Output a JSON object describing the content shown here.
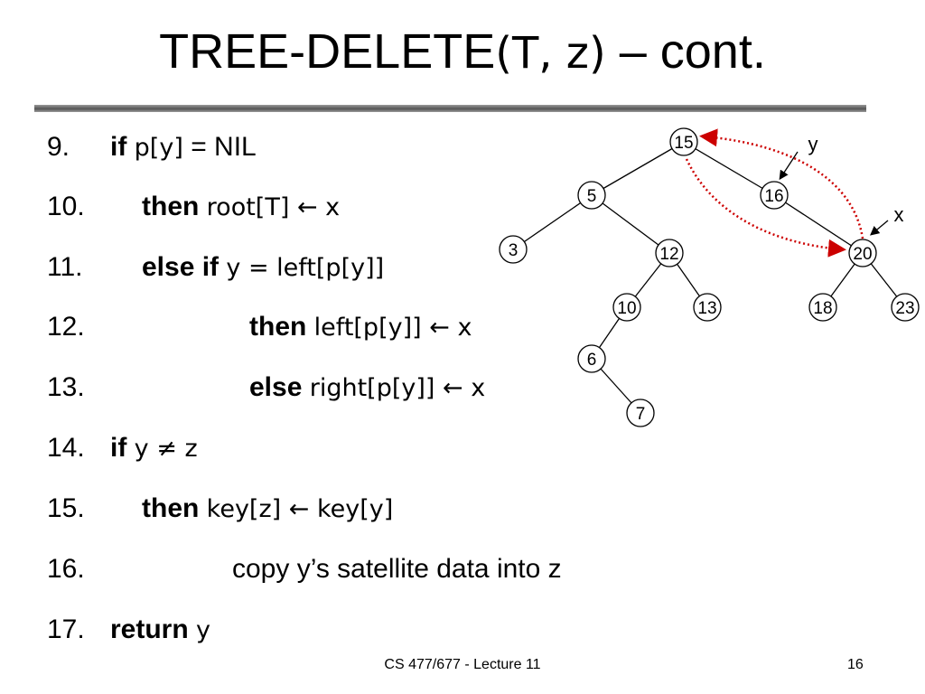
{
  "title": {
    "main": "TREE-DELETE",
    "args": "(T, z)",
    "suffix": " – cont."
  },
  "lines": [
    {
      "num": "9.",
      "kw": "if",
      "kw2": "",
      "code": "p[y]",
      "rest": " = NIL"
    },
    {
      "num": "10.",
      "kw": "then",
      "kw2": "",
      "code": "root[T] ← x",
      "rest": ""
    },
    {
      "num": "11.",
      "kw": "else if",
      "kw2": "",
      "code": "y = left[p[y]]",
      "rest": ""
    },
    {
      "num": "12.",
      "kw": "then",
      "kw2": "",
      "code": "left[p[y]] ← x",
      "rest": ""
    },
    {
      "num": "13.",
      "kw": "else",
      "kw2": "",
      "code": "right[p[y]] ← x",
      "rest": ""
    },
    {
      "num": "14.",
      "kw": "if",
      "kw2": "",
      "code": "y ≠ z",
      "rest": ""
    },
    {
      "num": "15.",
      "kw": "then",
      "kw2": "",
      "code": "key[z] ← key[y]",
      "rest": ""
    },
    {
      "num": "16.",
      "kw": "",
      "kw2": "",
      "code": "",
      "rest": "copy y’s satellite data into z"
    },
    {
      "num": "17.",
      "kw": "return",
      "kw2": "",
      "code": "y",
      "rest": ""
    }
  ],
  "tree": {
    "nodes": [
      "15",
      "5",
      "16",
      "3",
      "12",
      "20",
      "10",
      "13",
      "18",
      "23",
      "6",
      "7"
    ],
    "pointer_labels": [
      "y",
      "x"
    ],
    "highlight_color": "#cc0000"
  },
  "footer": {
    "text": "CS 477/677 - Lecture 11",
    "page": "16"
  }
}
